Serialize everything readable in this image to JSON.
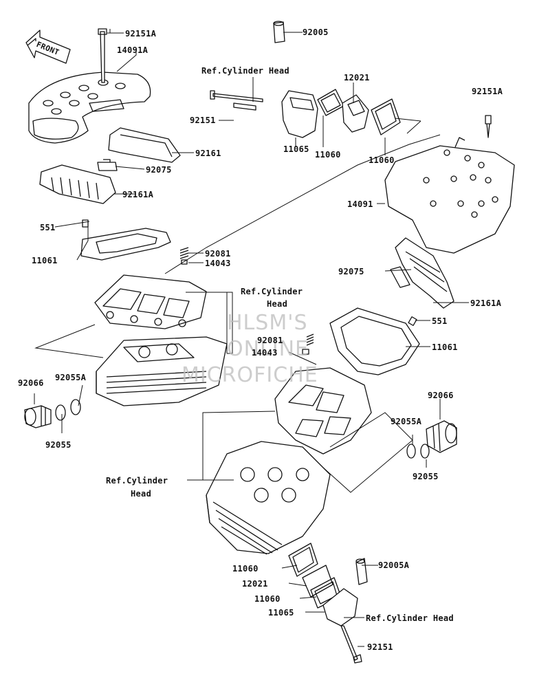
{
  "front_label": "FRONT",
  "watermark": {
    "line1": "HLSM'S",
    "line2": "ONLINE",
    "line3": "MICROFICHE"
  },
  "ref_cylinder_head": "Ref.Cylinder Head",
  "ref_cylinder": "Ref.Cylinder",
  "head": "Head",
  "parts": {
    "p92151A_a": "92151A",
    "p14091A": "14091A",
    "p92005": "92005",
    "p12021_top": "12021",
    "p92151_top": "92151",
    "p11065_top": "11065",
    "p11060_top_a": "11060",
    "p11060_top_b": "11060",
    "p92151A_b": "92151A",
    "p92161": "92161",
    "p92075_left": "92075",
    "p92161A_left": "92161A",
    "p14091": "14091",
    "p551_left": "551",
    "p11061_left": "11061",
    "p92081_left": "92081",
    "p14043_left": "14043",
    "p92075_right": "92075",
    "p92161A_right": "92161A",
    "p551_right": "551",
    "p92081_mid": "92081",
    "p14043_mid": "14043",
    "p11061_right": "11061",
    "p92066_left": "92066",
    "p92055A_left": "92055A",
    "p92055_left": "92055",
    "p92066_right": "92066",
    "p92055A_right": "92055A",
    "p92055_right": "92055",
    "p11060_bot_a": "11060",
    "p12021_bot": "12021",
    "p11060_bot_b": "11060",
    "p11065_bot": "11065",
    "p92005A": "92005A",
    "p92151_bot": "92151"
  }
}
